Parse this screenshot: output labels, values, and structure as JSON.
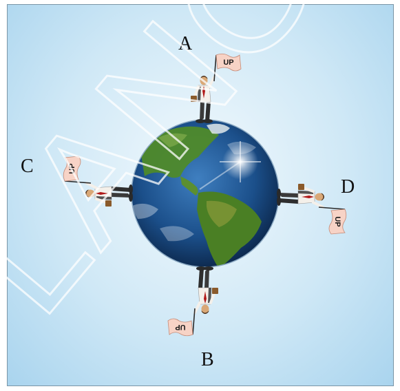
{
  "labels": {
    "a": "A",
    "b": "B",
    "c": "C",
    "d": "D"
  },
  "flags": {
    "a": "UP",
    "b": "UP",
    "c": "UP",
    "d": "UP"
  },
  "watermark": {
    "text": "LANG"
  },
  "colors": {
    "ocean": "#1b4f8a",
    "land": "#4f8a2a",
    "shirt": "#f4f0ea",
    "suit": "#3a3a3a",
    "tie": "#b01818",
    "flag": "#f7d3c6",
    "watermark": "#ffffff"
  }
}
